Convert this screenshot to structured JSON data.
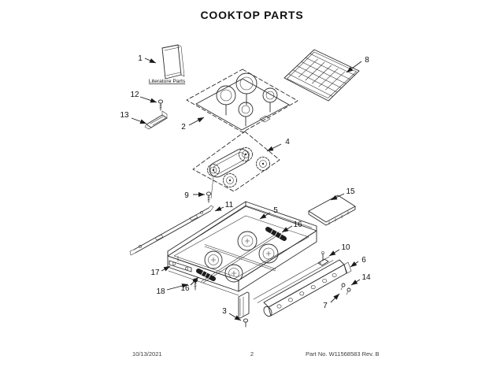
{
  "title": "COOKTOP PARTS",
  "literature": {
    "label": "Literature Parts"
  },
  "callouts": [
    {
      "part": "1"
    },
    {
      "part": "12"
    },
    {
      "part": "13"
    },
    {
      "part": "2"
    },
    {
      "part": "8"
    },
    {
      "part": "4"
    },
    {
      "part": "9"
    },
    {
      "part": "11"
    },
    {
      "part": "15"
    },
    {
      "part": "5"
    },
    {
      "part": "16"
    },
    {
      "part": "10"
    },
    {
      "part": "6"
    },
    {
      "part": "14"
    },
    {
      "part": "7"
    },
    {
      "part": "17"
    },
    {
      "part": "18"
    },
    {
      "part": "16"
    },
    {
      "part": "3"
    }
  ],
  "footer": {
    "date": "10/13/2021",
    "page": "2",
    "part_number": "Part No. W11568583  Rev. B"
  },
  "colors": {
    "line": "#2b2b2b",
    "text": "#111111",
    "gasket": "#1c1c1c",
    "background": "#ffffff"
  }
}
